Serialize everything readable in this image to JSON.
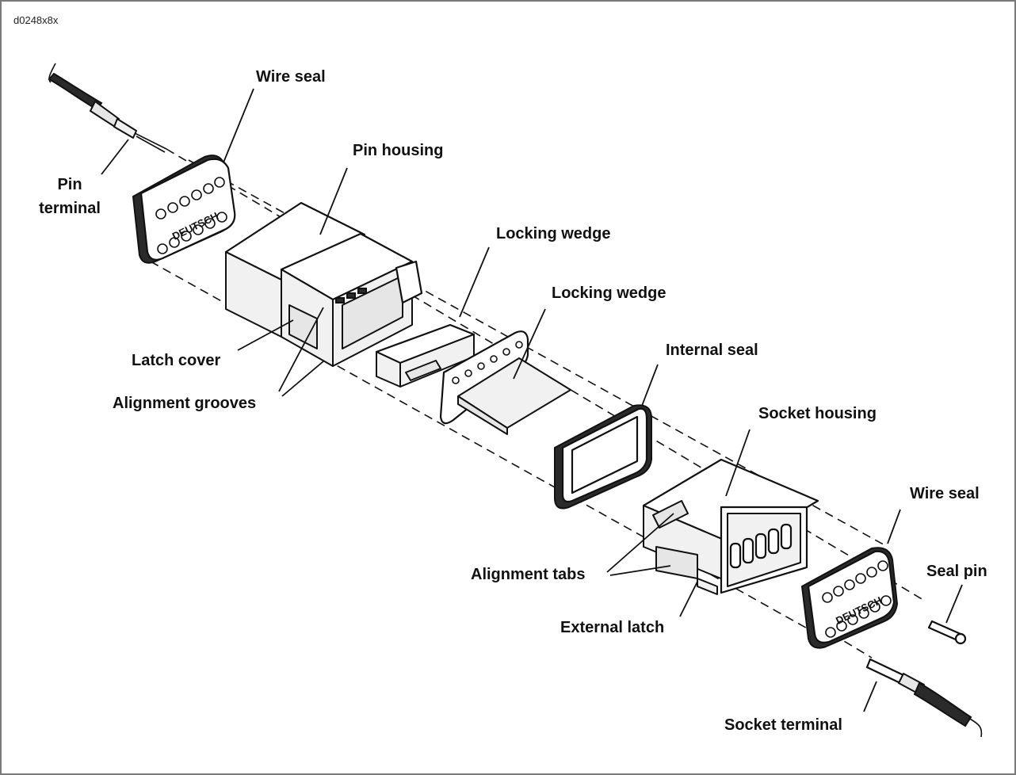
{
  "figure_id": "d0248x8x",
  "brand_marking": "DEUTSCH",
  "labels": {
    "wire_seal_top": "Wire seal",
    "pin_terminal": "Pin terminal",
    "pin_housing": "Pin housing",
    "locking_wedge_1": "Locking wedge",
    "locking_wedge_2": "Locking wedge",
    "latch_cover": "Latch cover",
    "alignment_grooves": "Alignment grooves",
    "internal_seal": "Internal seal",
    "socket_housing": "Socket housing",
    "wire_seal_bottom": "Wire seal",
    "seal_pin": "Seal pin",
    "alignment_tabs": "Alignment tabs",
    "external_latch": "External latch",
    "socket_terminal": "Socket terminal"
  }
}
